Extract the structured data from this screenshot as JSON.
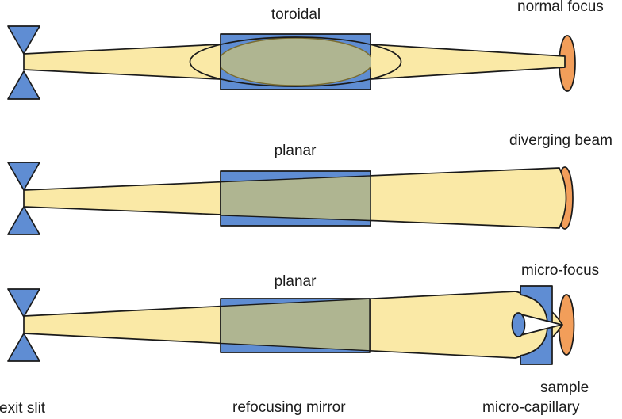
{
  "figure": {
    "description": "X-ray beam refocusing schematic with three mirror configurations",
    "colors": {
      "beam": "#fae9a6",
      "element_blue": "#5f8dd3",
      "overlap": "#afb591",
      "focus_orange": "#f29e5a",
      "outline": "#1a1a1a",
      "overlap_outline": "#7a6c30",
      "capillary_bore": "#ffffff"
    },
    "rows": [
      {
        "mirror_type": "toroidal",
        "result": "normal focus"
      },
      {
        "mirror_type": "planar",
        "result": "diverging beam"
      },
      {
        "mirror_type": "planar",
        "result": "micro-focus"
      }
    ],
    "captions": {
      "exit_slit": "exit slit",
      "refocusing_mirror": "refocusing mirror",
      "sample": "sample",
      "micro_capillary": "micro-capillary"
    }
  }
}
